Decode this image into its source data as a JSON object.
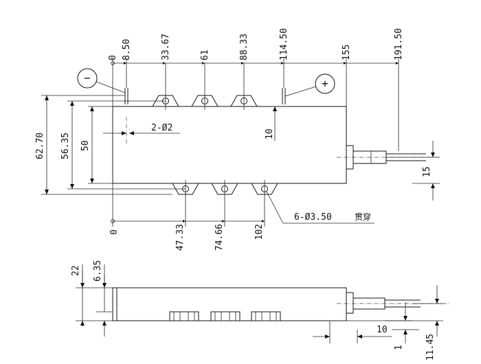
{
  "top_view": {
    "x_dimensions": [
      "0",
      "8.50",
      "33.67",
      "61",
      "88.33",
      "114.50",
      "155",
      "191.50"
    ],
    "x_bottom_dimensions": [
      "0",
      "47.33",
      "74.66",
      "102"
    ],
    "y_dimensions": [
      "62.70",
      "56.35",
      "50"
    ],
    "hole_spec_small": "2-Ø2",
    "hole_spec_large": "6-Ø3.50",
    "hole_note": "贯穿",
    "height_10": "10",
    "fiber_offset": "15",
    "polarity_negative": "−",
    "polarity_positive": "+"
  },
  "side_view": {
    "height_total": "22",
    "height_base": "6.35",
    "dim_10": "10",
    "dim_1": "1",
    "dim_11_45": "11.45"
  }
}
